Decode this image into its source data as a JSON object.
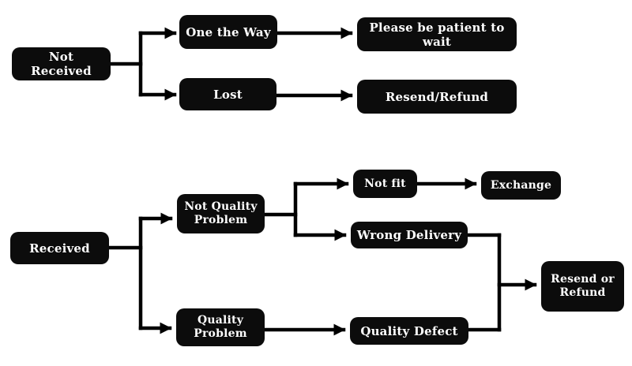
{
  "diagram": {
    "type": "flowchart",
    "colors": {
      "background": "#ffffff",
      "node_fill": "#0c0c0c",
      "node_text": "#ffffff",
      "line": "#000000"
    },
    "nodes": {
      "not_received": "Not Received",
      "one_the_way": "One the Way",
      "lost": "Lost",
      "please_wait": "Please be patient to wait",
      "resend_refund": "Resend/Refund",
      "received": "Received",
      "not_quality_problem": "Not Quality Problem",
      "quality_problem": "Quality Problem",
      "not_fit": "Not fit",
      "exchange": "Exchange",
      "wrong_delivery": "Wrong Delivery",
      "quality_defect": "Quality Defect",
      "resend_or_refund": "Resend or Refund"
    },
    "edges": [
      {
        "from": "Not Received",
        "to": "One the Way"
      },
      {
        "from": "Not Received",
        "to": "Lost"
      },
      {
        "from": "One the Way",
        "to": "Please be patient to wait"
      },
      {
        "from": "Lost",
        "to": "Resend/Refund"
      },
      {
        "from": "Received",
        "to": "Not Quality Problem"
      },
      {
        "from": "Received",
        "to": "Quality Problem"
      },
      {
        "from": "Not Quality Problem",
        "to": "Not fit"
      },
      {
        "from": "Not Quality Problem",
        "to": "Wrong Delivery"
      },
      {
        "from": "Not fit",
        "to": "Exchange"
      },
      {
        "from": "Quality Problem",
        "to": "Quality Defect"
      },
      {
        "from": "Wrong Delivery",
        "to": "Resend or Refund"
      },
      {
        "from": "Quality Defect",
        "to": "Resend or Refund"
      }
    ]
  }
}
